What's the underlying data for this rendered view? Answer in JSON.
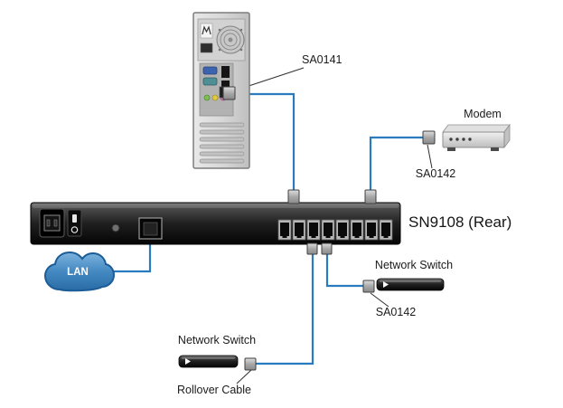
{
  "diagram": {
    "title": "SN9108 (Rear)",
    "pc": {
      "connector_label": "SA0141"
    },
    "modem": {
      "label": "Modem",
      "connector_label": "SA0142"
    },
    "lan": {
      "label": "LAN"
    },
    "switch_right": {
      "label": "Network Switch",
      "connector_label": "SA0142"
    },
    "switch_bottom": {
      "label": "Network Switch",
      "cable_label": "Rollover Cable"
    }
  },
  "colors": {
    "cable_blue": "#2a7abf",
    "cloud_blue": "#4489c2",
    "device_dark": "#1f1f1f",
    "text": "#1b1b1b"
  }
}
